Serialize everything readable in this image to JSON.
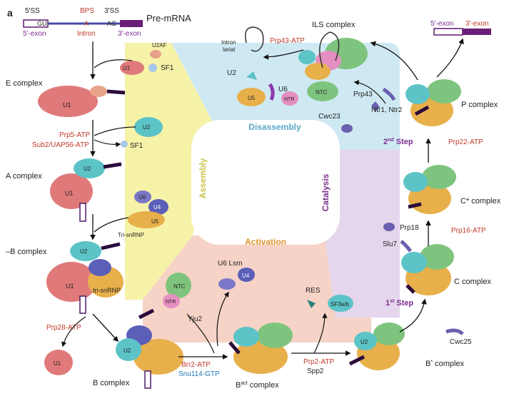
{
  "panel_label": "a",
  "premrna": {
    "title": "Pre-mRNA",
    "ss5": "5'SS",
    "gu": "GU",
    "bps": "BPS",
    "a": "A",
    "ss3": "3'SS",
    "ag": "AG",
    "exon5": "5'-exon",
    "intron": "Intron",
    "exon3": "3'-exon"
  },
  "product": {
    "exon5": "5'-exon",
    "exon3": "3'-exon"
  },
  "stages": {
    "assembly": "Assembly",
    "disassembly": "Disassembly",
    "catalysis": "Catalysis",
    "activation": "Activation"
  },
  "complexes": {
    "e": "E complex",
    "a": "A complex",
    "pre_b": "–B complex",
    "b": "B complex",
    "bact": "B",
    "bact_sup": "act",
    "bact_suffix": " complex",
    "bstar": "B",
    "bstar_sup": "*",
    "bstar_suffix": " complex",
    "c": "C complex",
    "cstar": "C* complex",
    "p": "P complex",
    "ils": "ILS complex"
  },
  "factors": {
    "u2af": "U2AF",
    "sf1": "SF1",
    "u1": "U1",
    "u2": "U2",
    "u4": "U4",
    "u5": "U5",
    "u6": "U6",
    "tri_snrnp": "Tri-snRNP",
    "tri_snrnp2": "tri-snRNP",
    "prp5": "Prp5-ATP",
    "sub2": "Sub2/UAP56-ATP",
    "sf1_release": "SF1",
    "prp28": "Prp28-ATP",
    "u1_release": "U1",
    "brr2": "Brr2-ATP",
    "snu114": "Snu114-GTP",
    "ntc": "NTC",
    "ntr": "NTR",
    "yju2": "Yju2",
    "u6lsm": "U6 Lsm",
    "u4_release": "U4",
    "res": "RES",
    "sf3ab": "SF3a/b",
    "prp2": "Prp2-ATP",
    "spp2": "Spp2",
    "cwc25": "Cwc25",
    "step1": "1",
    "step1_sup": "st",
    "step1_suffix": " Step",
    "slu7": "Slu7",
    "prp18": "Prp18",
    "prp16": "Prp16-ATP",
    "step2": "2",
    "step2_sup": "nd",
    "step2_suffix": " Step",
    "prp22": "Prp22-ATP",
    "prp43": "Prp43",
    "ntr1": "Ntr1, Ntr2",
    "cwc23": "Cwc23",
    "prp43atp": "Prp43-ATP",
    "intron_lariat_1": "Intron",
    "intron_lariat_2": "lariat",
    "u2_dis": "U2",
    "u5_dis": "U5",
    "u6_dis": "U6",
    "ntr_dis": "NTR",
    "ntc_dis": "NTC"
  },
  "colors": {
    "assembly_bg": "#f6f2a8",
    "disassembly_bg": "#cfe9f3",
    "catalysis_bg": "#e4d6ec",
    "activation_bg": "#f6d3c6",
    "u1": "#e07a7a",
    "u2": "#5cc3c7",
    "u4": "#5b5fb8",
    "u5": "#e8b04a",
    "u6": "#7b78c9",
    "ntc": "#7fc47e",
    "ntr": "#e48fc1",
    "prp43": "#6a60b0"
  }
}
